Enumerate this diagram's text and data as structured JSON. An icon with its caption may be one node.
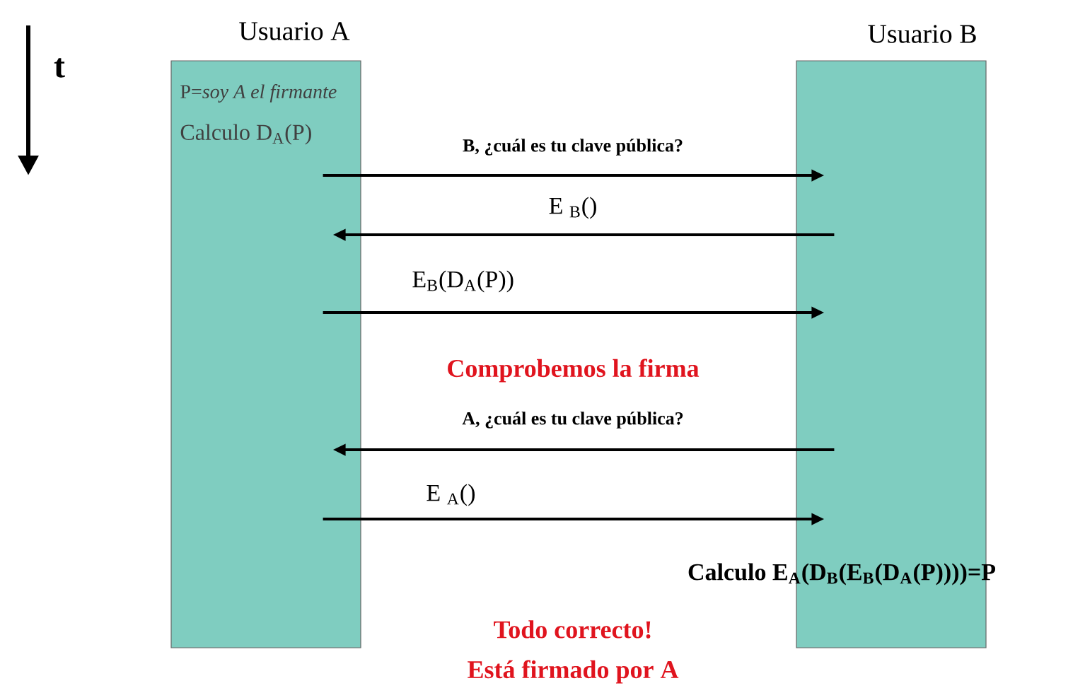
{
  "diagram": {
    "nodes": [
      {
        "text": [
          "Usuario A",
          "P=*soy A el firmante*",
          "Calculo D$_{A}$(P)"
        ]
      },
      {
        "text": [
          "Usuario B"
        ]
      }
    ],
    "edges": [
      {
        "from": 0,
        "to": 1,
        "arrow": "to",
        "label": "B, ¿cuál es tu clave pública?"
      },
      {
        "from": 1,
        "to": 0,
        "arrow": "to",
        "label": "E $_{B}$()"
      },
      {
        "from": 0,
        "to": 1,
        "arrow": "to",
        "label": "E$_{B}$(D$_{A}$(P))"
      },
      {
        "from": 1,
        "to": 0,
        "arrow": "to",
        "label": "A, ¿cuál es tu clave pública?"
      },
      {
        "from": 0,
        "to": 1,
        "arrow": "to",
        "label": "E $_{A}$()"
      }
    ],
    "labels": [
      "t",
      "Comprobemos la firma",
      "Calculo E$_{A}$(D$_{B}$(E$_{B}$(D$_{A}$(P))))=P",
      "Todo correcto!",
      "Está firmado por A"
    ]
  }
}
